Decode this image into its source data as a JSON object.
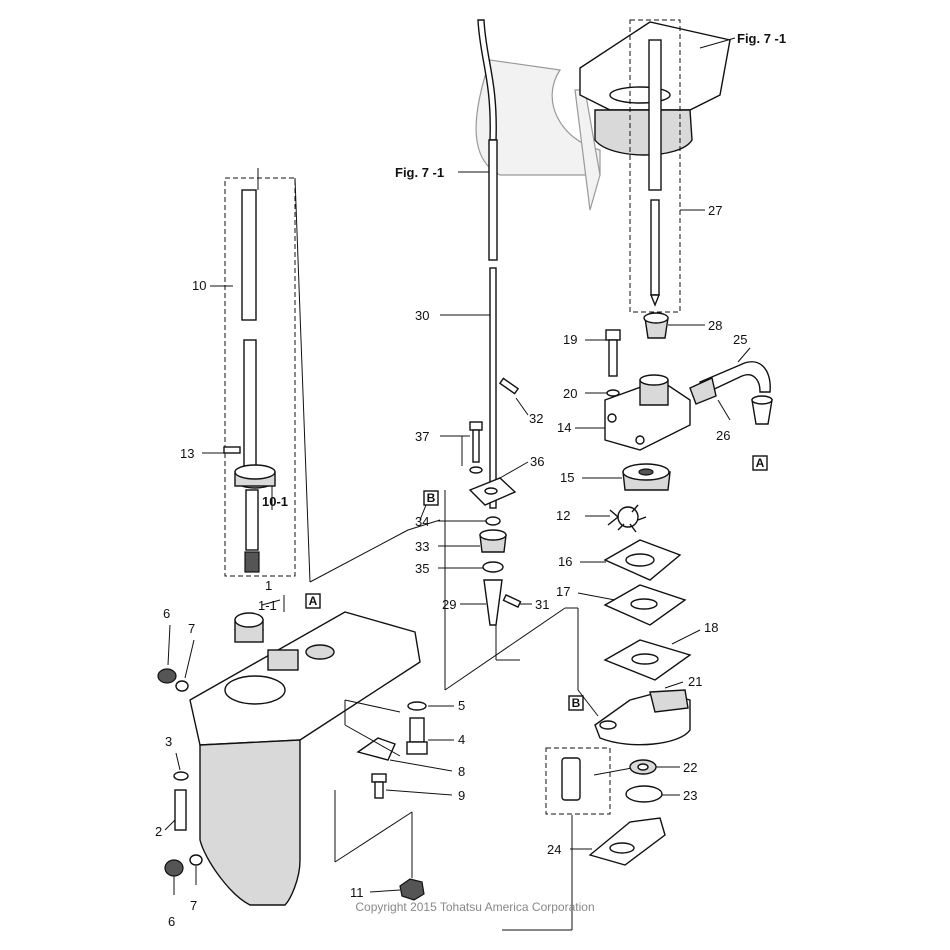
{
  "diagram": {
    "fig_refs": [
      "Fig. 7 -1",
      "Fig. 7 -1"
    ],
    "part_labels": {
      "p1": "1",
      "p1_1": "1-1",
      "p2": "2",
      "p3": "3",
      "p4": "4",
      "p5": "5",
      "p6a": "6",
      "p6b": "6",
      "p7a": "7",
      "p7b": "7",
      "p8": "8",
      "p9": "9",
      "p10": "10",
      "p10_1": "10-1",
      "p11": "11",
      "p12": "12",
      "p13": "13",
      "p14": "14",
      "p15": "15",
      "p16": "16",
      "p17": "17",
      "p18": "18",
      "p19": "19",
      "p20": "20",
      "p21": "21",
      "p22": "22",
      "p23": "23",
      "p24": "24",
      "p25": "25",
      "p26": "26",
      "p27": "27",
      "p28": "28",
      "p29": "29",
      "p30": "30",
      "p31": "31",
      "p32": "32",
      "p33": "33",
      "p34": "34",
      "p35": "35",
      "p36": "36",
      "p37": "37"
    },
    "ref_boxes": {
      "a1": "A",
      "a2": "A",
      "b1": "B",
      "b2": "B"
    },
    "copyright": "Copyright 2015 Tohatsu America Corporation"
  }
}
